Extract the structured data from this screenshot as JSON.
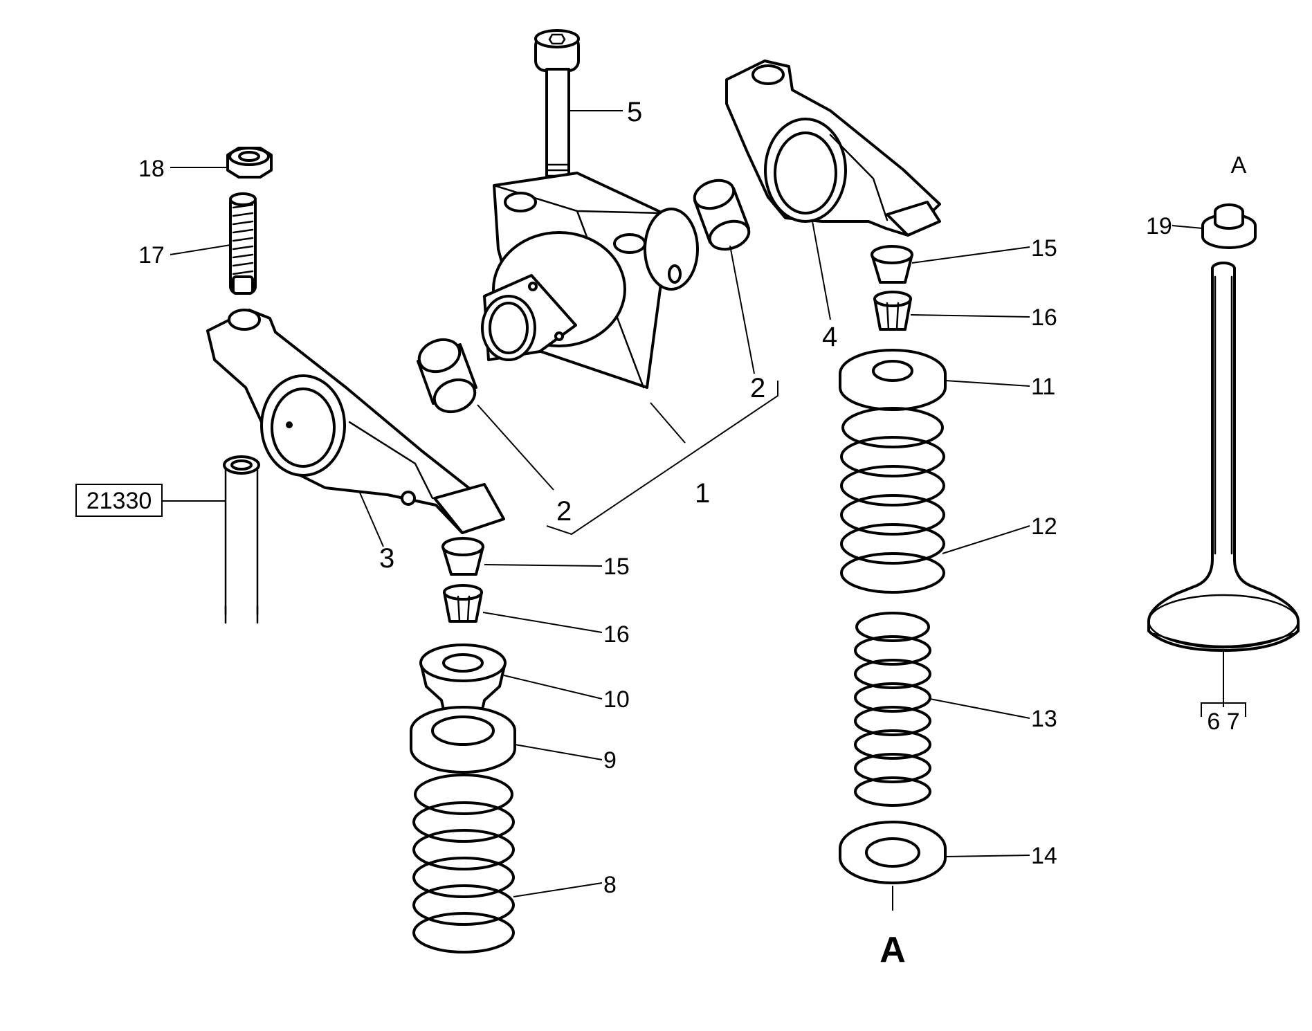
{
  "callouts": {
    "n1": "1",
    "n2a": "2",
    "n2b": "2",
    "n3": "3",
    "n4": "4",
    "n5": "5",
    "n8": "8",
    "n9": "9",
    "n10": "10",
    "n11": "11",
    "n12": "12",
    "n13": "13",
    "n14": "14",
    "n15a": "15",
    "n15b": "15",
    "n16a": "16",
    "n16b": "16",
    "n17": "17",
    "n18": "18",
    "n19": "19",
    "ref": "21330",
    "valve_range": "6 7",
    "detail_A_top": "A",
    "detail_A_bottom": "A"
  }
}
